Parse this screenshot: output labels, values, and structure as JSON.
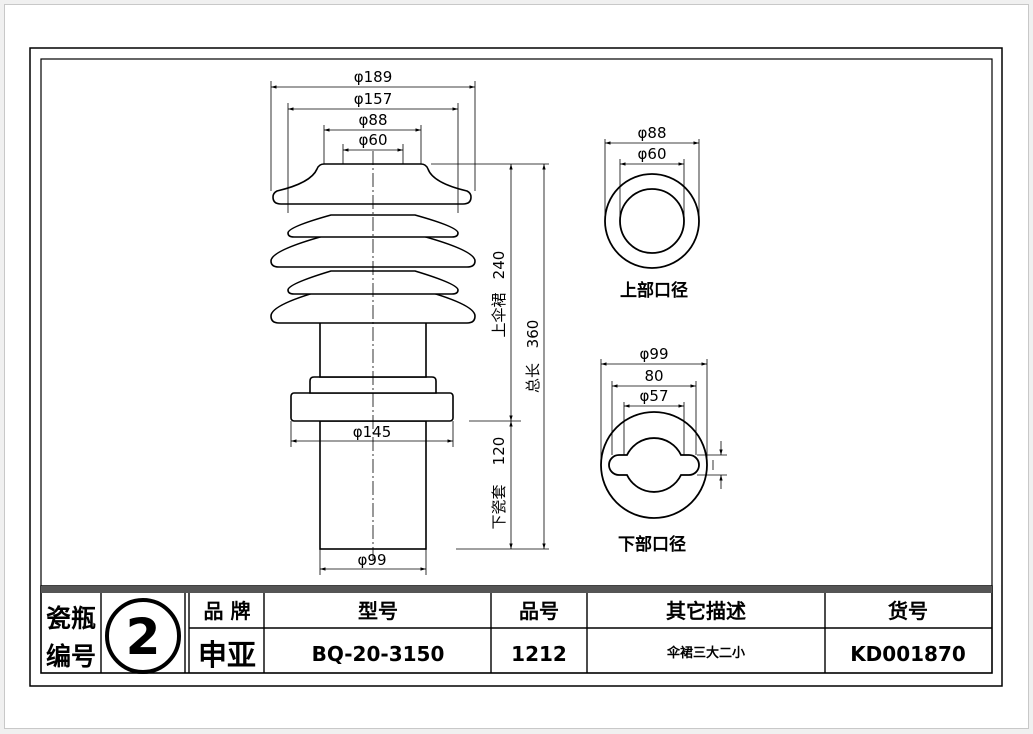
{
  "dimensions": {
    "d189": "φ189",
    "d157": "φ157",
    "d88": "φ88",
    "d60": "φ60",
    "h240": "240",
    "h360": "360",
    "h120": "120",
    "d145": "φ145",
    "d99": "φ99"
  },
  "side_labels": {
    "upper_skirt": "上伞裙",
    "total_length": "总长",
    "lower_porcelain": "下瓷套"
  },
  "upper_view": {
    "d88": "φ88",
    "d60": "φ60",
    "title": "上部口径"
  },
  "lower_view": {
    "d99": "φ99",
    "w80": "80",
    "d57": "φ57",
    "title": "下部口径"
  },
  "title_block": {
    "code_label_line1": "瓷瓶",
    "code_label_line2": "编号",
    "code_number": "2",
    "headers": [
      "品 牌",
      "型号",
      "品号",
      "其它描述",
      "货号"
    ],
    "brand": "申亚",
    "model": "BQ-20-3150",
    "item_no": "1212",
    "description": "伞裙三大二小",
    "goods_no": "KD001870"
  }
}
